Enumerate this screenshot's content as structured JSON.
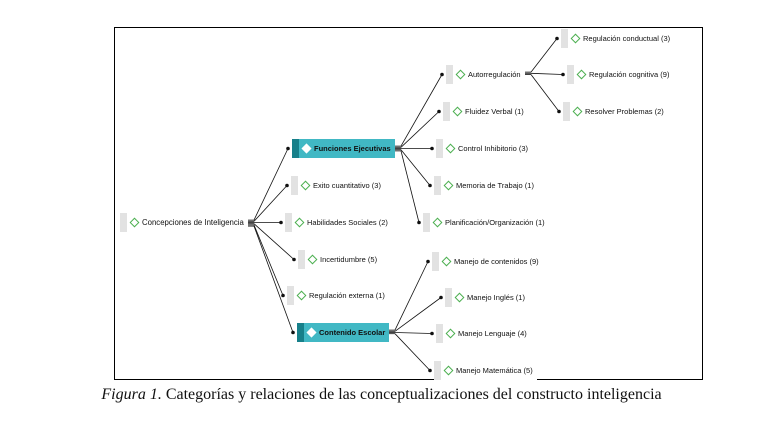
{
  "root": {
    "label": "Concepciones de Inteligencia"
  },
  "funciones": {
    "label": "Funciones Ejecutivas"
  },
  "contenido": {
    "label": "Contenido Escolar"
  },
  "autorregulacion": {
    "label": "Autorregulación"
  },
  "regulacion_conductual": {
    "label": "Regulación conductual (3)"
  },
  "regulacion_cognitiva": {
    "label": "Regulación cognitiva (9)"
  },
  "resolver_problemas": {
    "label": "Resolver Problemas (2)"
  },
  "fluidez_verbal": {
    "label": "Fluidez Verbal (1)"
  },
  "control_inhibitorio": {
    "label": "Control Inhibitorio (3)"
  },
  "memoria_trabajo": {
    "label": "Memoria de Trabajo (1)"
  },
  "planificacion": {
    "label": "Planificación/Organización (1)"
  },
  "exito": {
    "label": "Exito cuantitativo (3)"
  },
  "habilidades": {
    "label": "Habilidades Sociales (2)"
  },
  "incertidumbre": {
    "label": "Incertidumbre (5)"
  },
  "regulacion_externa": {
    "label": "Regulación externa (1)"
  },
  "manejo_contenidos": {
    "label": "Manejo de contenidos (9)"
  },
  "manejo_ingles": {
    "label": "Manejo Inglés (1)"
  },
  "manejo_lenguaje": {
    "label": "Manejo Lenguaje (4)"
  },
  "manejo_matematica": {
    "label": "Manejo Matemática (5)"
  },
  "caption": {
    "prefix": "Figura 1.",
    "text": " Categorías y relaciones de las conceptualizaciones del constructo inteligencia"
  },
  "colors": {
    "highlight": "#41b8c4",
    "highlight_tab": "#17808a",
    "gem": "#4caf50",
    "line": "#111111"
  },
  "icons": {
    "node_marker": "diamond-icon"
  }
}
